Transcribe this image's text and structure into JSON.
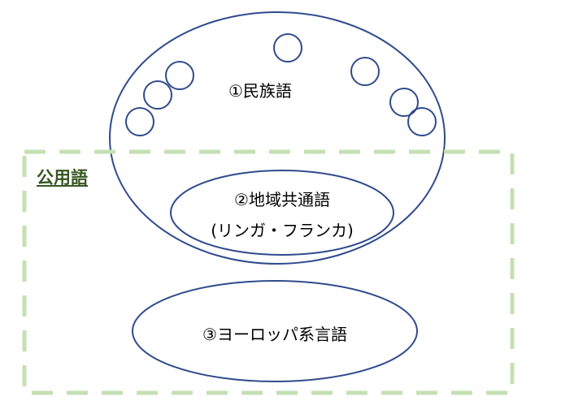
{
  "title_official": "公用語",
  "ethnic": "①民族語",
  "lingua_line1": "②地域共通語",
  "lingua_line2": "(リンガ・フランカ)",
  "european": "③ヨーロッパ系言語",
  "colors": {
    "stroke": "#2f4b8c",
    "dash": "#c5e0b4",
    "label": "#375623"
  }
}
